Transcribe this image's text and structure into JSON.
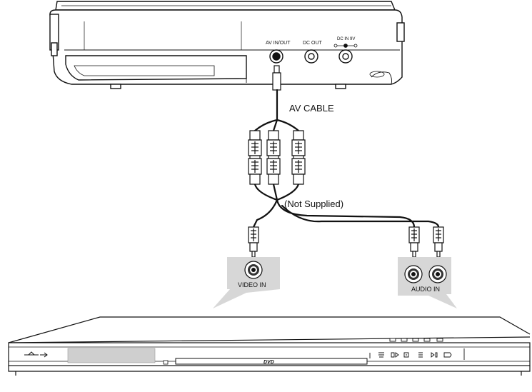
{
  "player": {
    "ports": {
      "av_in_out": "AV IN/OUT",
      "dc_out": "DC OUT",
      "dc_in": "DC IN 9V"
    }
  },
  "cable": {
    "label": "AV CABLE",
    "note": "(Not Supplied)"
  },
  "inputs": {
    "video": "VIDEO IN",
    "audio": "AUDIO IN"
  },
  "dvd_player": {
    "tray_label": "DVD"
  },
  "colors": {
    "line": "#111111",
    "panel_gray": "#d7d7d7",
    "display_gray": "#cfcfcf"
  }
}
